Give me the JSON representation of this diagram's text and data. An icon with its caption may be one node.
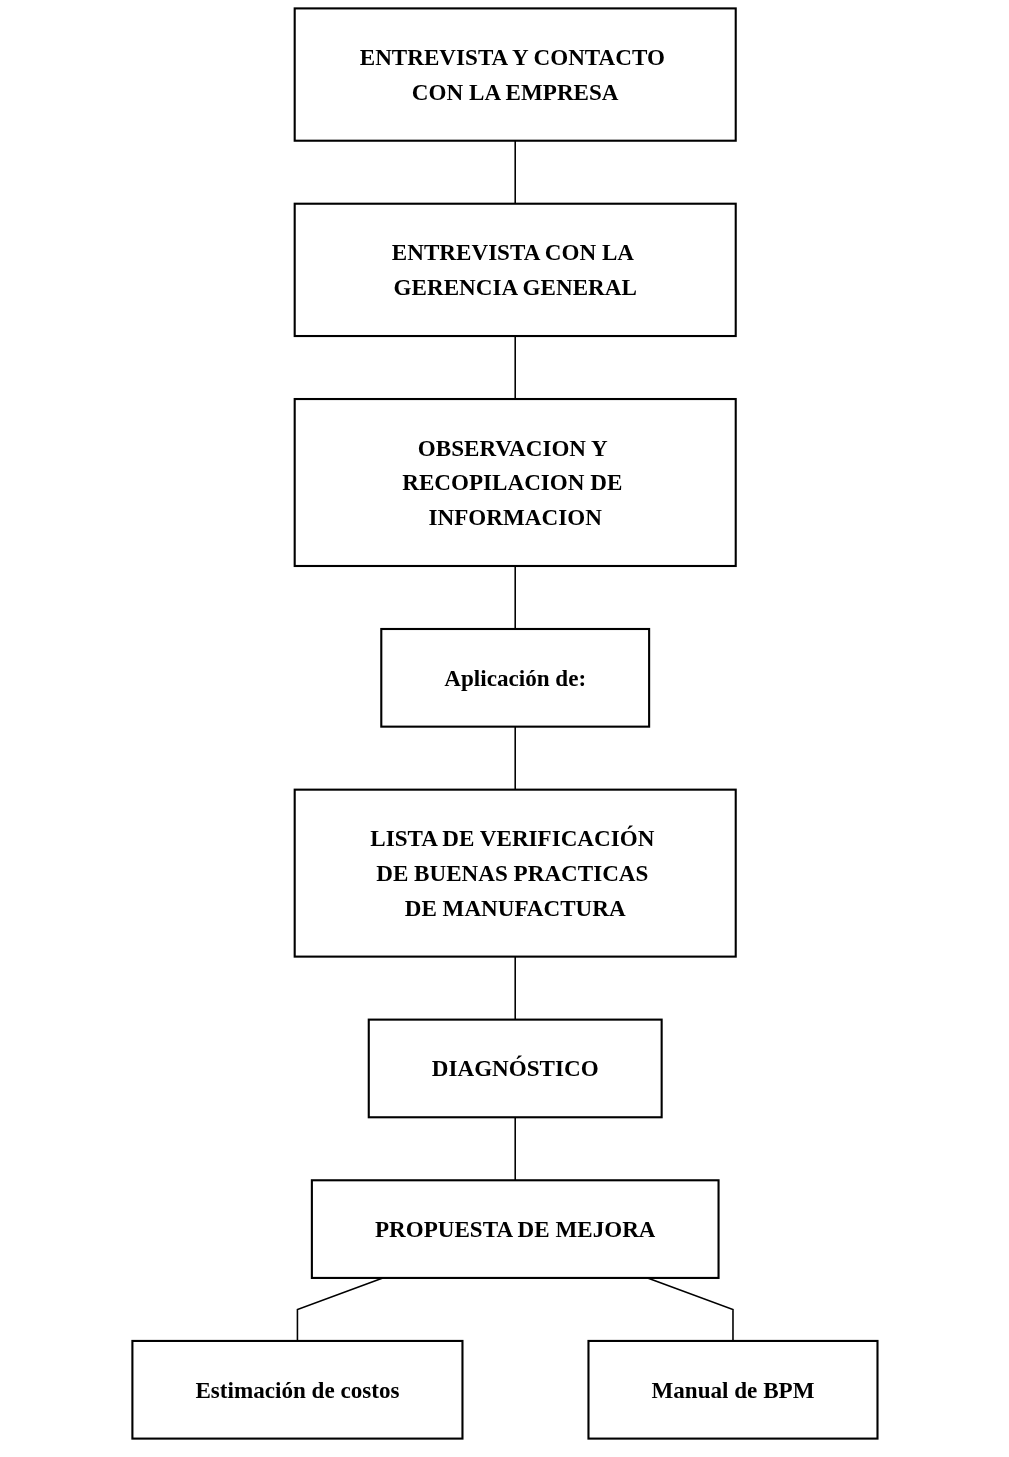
{
  "diagram": {
    "nodes": [
      {
        "text": [
          "ENTREVISTA Y CONTACTO CON LA EMPRESA"
        ]
      },
      {
        "text": [
          "ENTREVISTA CON LA GERENCIA GENERAL"
        ]
      },
      {
        "text": [
          "OBSERVACION Y RECOPILACION DE INFORMACION"
        ]
      },
      {
        "text": [
          "Aplicación de:"
        ]
      },
      {
        "text": [
          "LISTA DE VERIFICACIÓN DE BUENAS PRACTICAS DE MANUFACTURA"
        ]
      },
      {
        "text": [
          "DIAGNÓSTICO"
        ]
      },
      {
        "text": [
          "PROPUESTA DE MEJORA"
        ]
      },
      {
        "text": [
          "Estimación de costos"
        ]
      },
      {
        "text": [
          "Manual de BPM"
        ]
      }
    ],
    "edges": [
      {
        "from": 0,
        "to": 1,
        "arrow": "none"
      },
      {
        "from": 1,
        "to": 2,
        "arrow": "none"
      },
      {
        "from": 2,
        "to": 3,
        "arrow": "none"
      },
      {
        "from": 3,
        "to": 4,
        "arrow": "none"
      },
      {
        "from": 4,
        "to": 5,
        "arrow": "none"
      },
      {
        "from": 5,
        "to": 6,
        "arrow": "none"
      },
      {
        "from": 6,
        "to": 7,
        "arrow": "none"
      },
      {
        "from": 6,
        "to": 8,
        "arrow": "none"
      }
    ]
  }
}
